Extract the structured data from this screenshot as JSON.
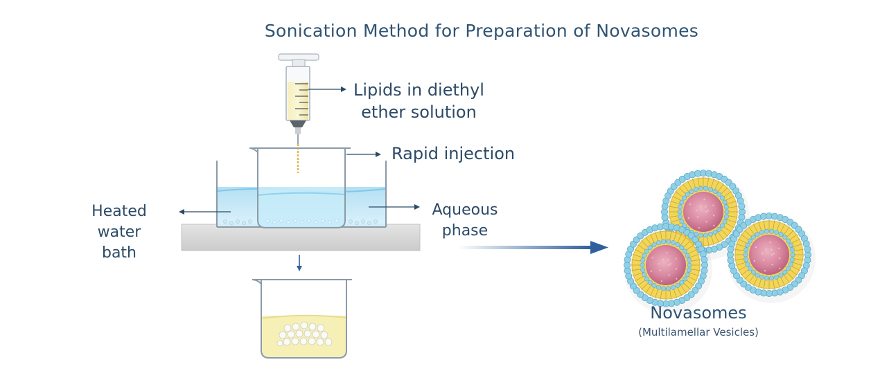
{
  "title": "Sonication Method for Preparation of Novasomes",
  "labels": {
    "lipids_line1": "Lipids in diethyl",
    "lipids_line2": "ether solution",
    "rapid_injection": "Rapid injection",
    "heated_line1": "Heated",
    "heated_line2": "water",
    "heated_line3": "bath",
    "aqueous_line1": "Aqueous",
    "aqueous_line2": "phase",
    "novasomes": "Novasomes",
    "novasomes_sub": "(Multilamellar Vesicles)"
  },
  "colors": {
    "text": "#2c4a66",
    "water": "#bfe4f5",
    "lipid_solution": "#f3ecb0",
    "vesicle_core": "#d98aa2",
    "vesicle_layer": "#f2d65a",
    "vesicle_head": "#8fd0e6",
    "arrow": "#2f5f9c"
  },
  "icons": {
    "syringe": "syringe-icon",
    "beaker": "beaker-icon",
    "water_bath": "water-bath-icon",
    "vesicle": "vesicle-icon"
  }
}
